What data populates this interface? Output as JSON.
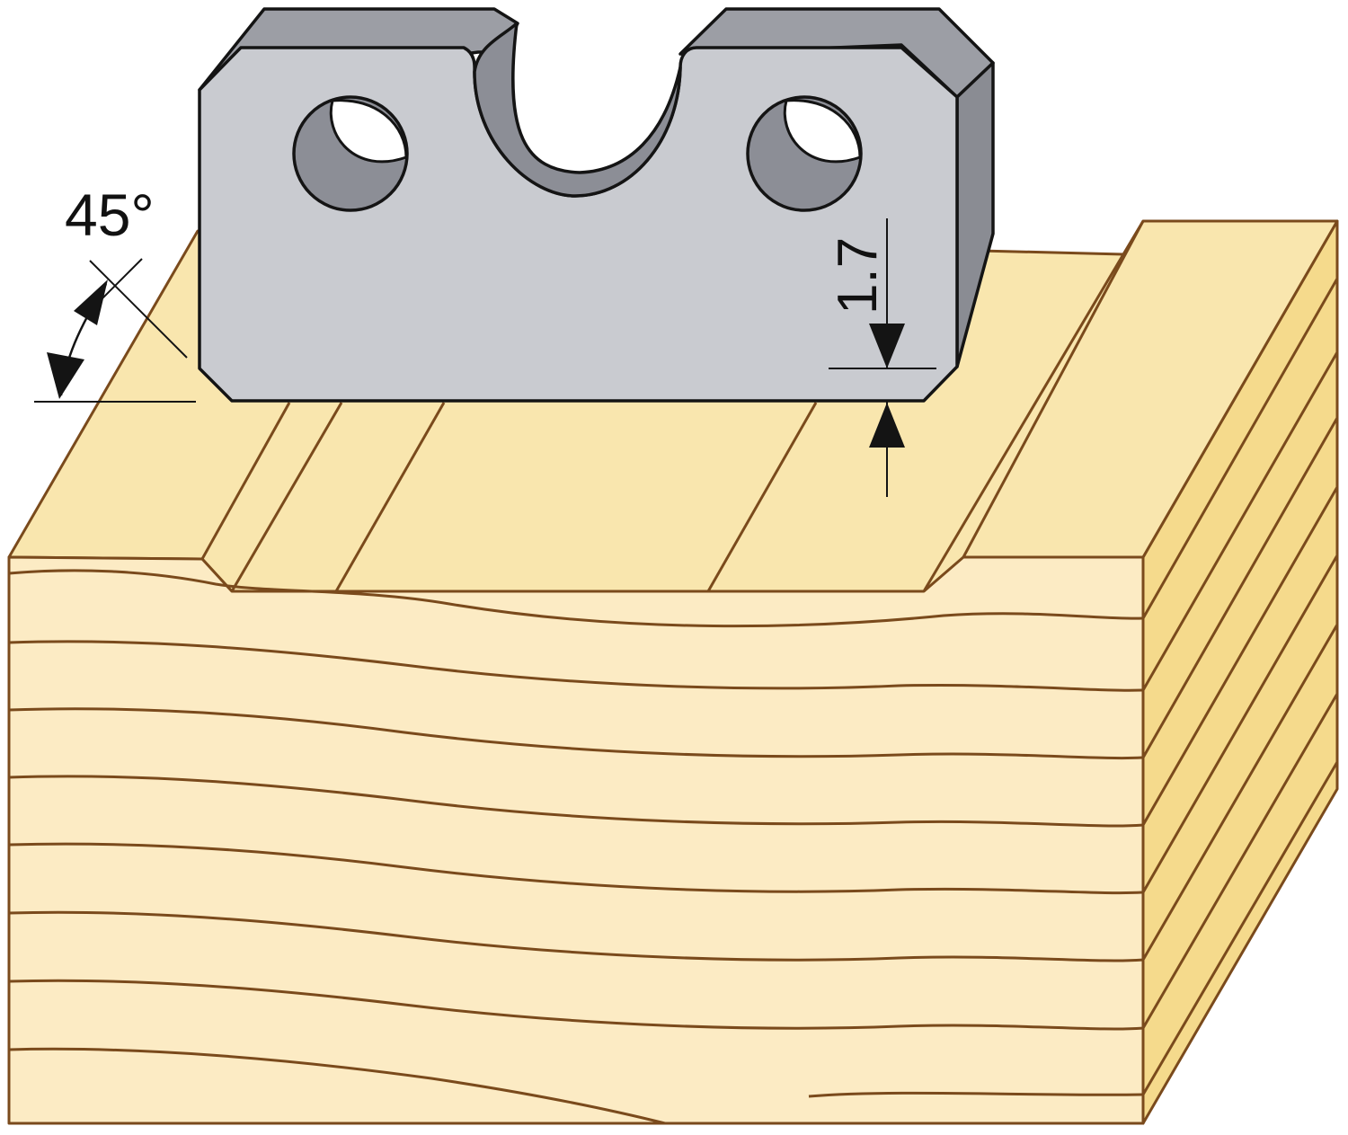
{
  "dimensions": {
    "angle": {
      "label": "45°",
      "value": 45,
      "unit": "°"
    },
    "depth": {
      "label": "1.7",
      "value": 1.7
    }
  },
  "colors": {
    "wood_top": "#F9E6AE",
    "wood_front": "#FCEBC4",
    "wood_side": "#F5DA8C",
    "wood_line": "#7A4A1C",
    "steel_face": "#C9CBD0",
    "steel_top": "#9C9EA5",
    "steel_side": "#8A8C93",
    "steel_hole": "#8C8E96",
    "outline": "#141414"
  },
  "icons": {
    "arrow": "arrowhead-icon"
  }
}
